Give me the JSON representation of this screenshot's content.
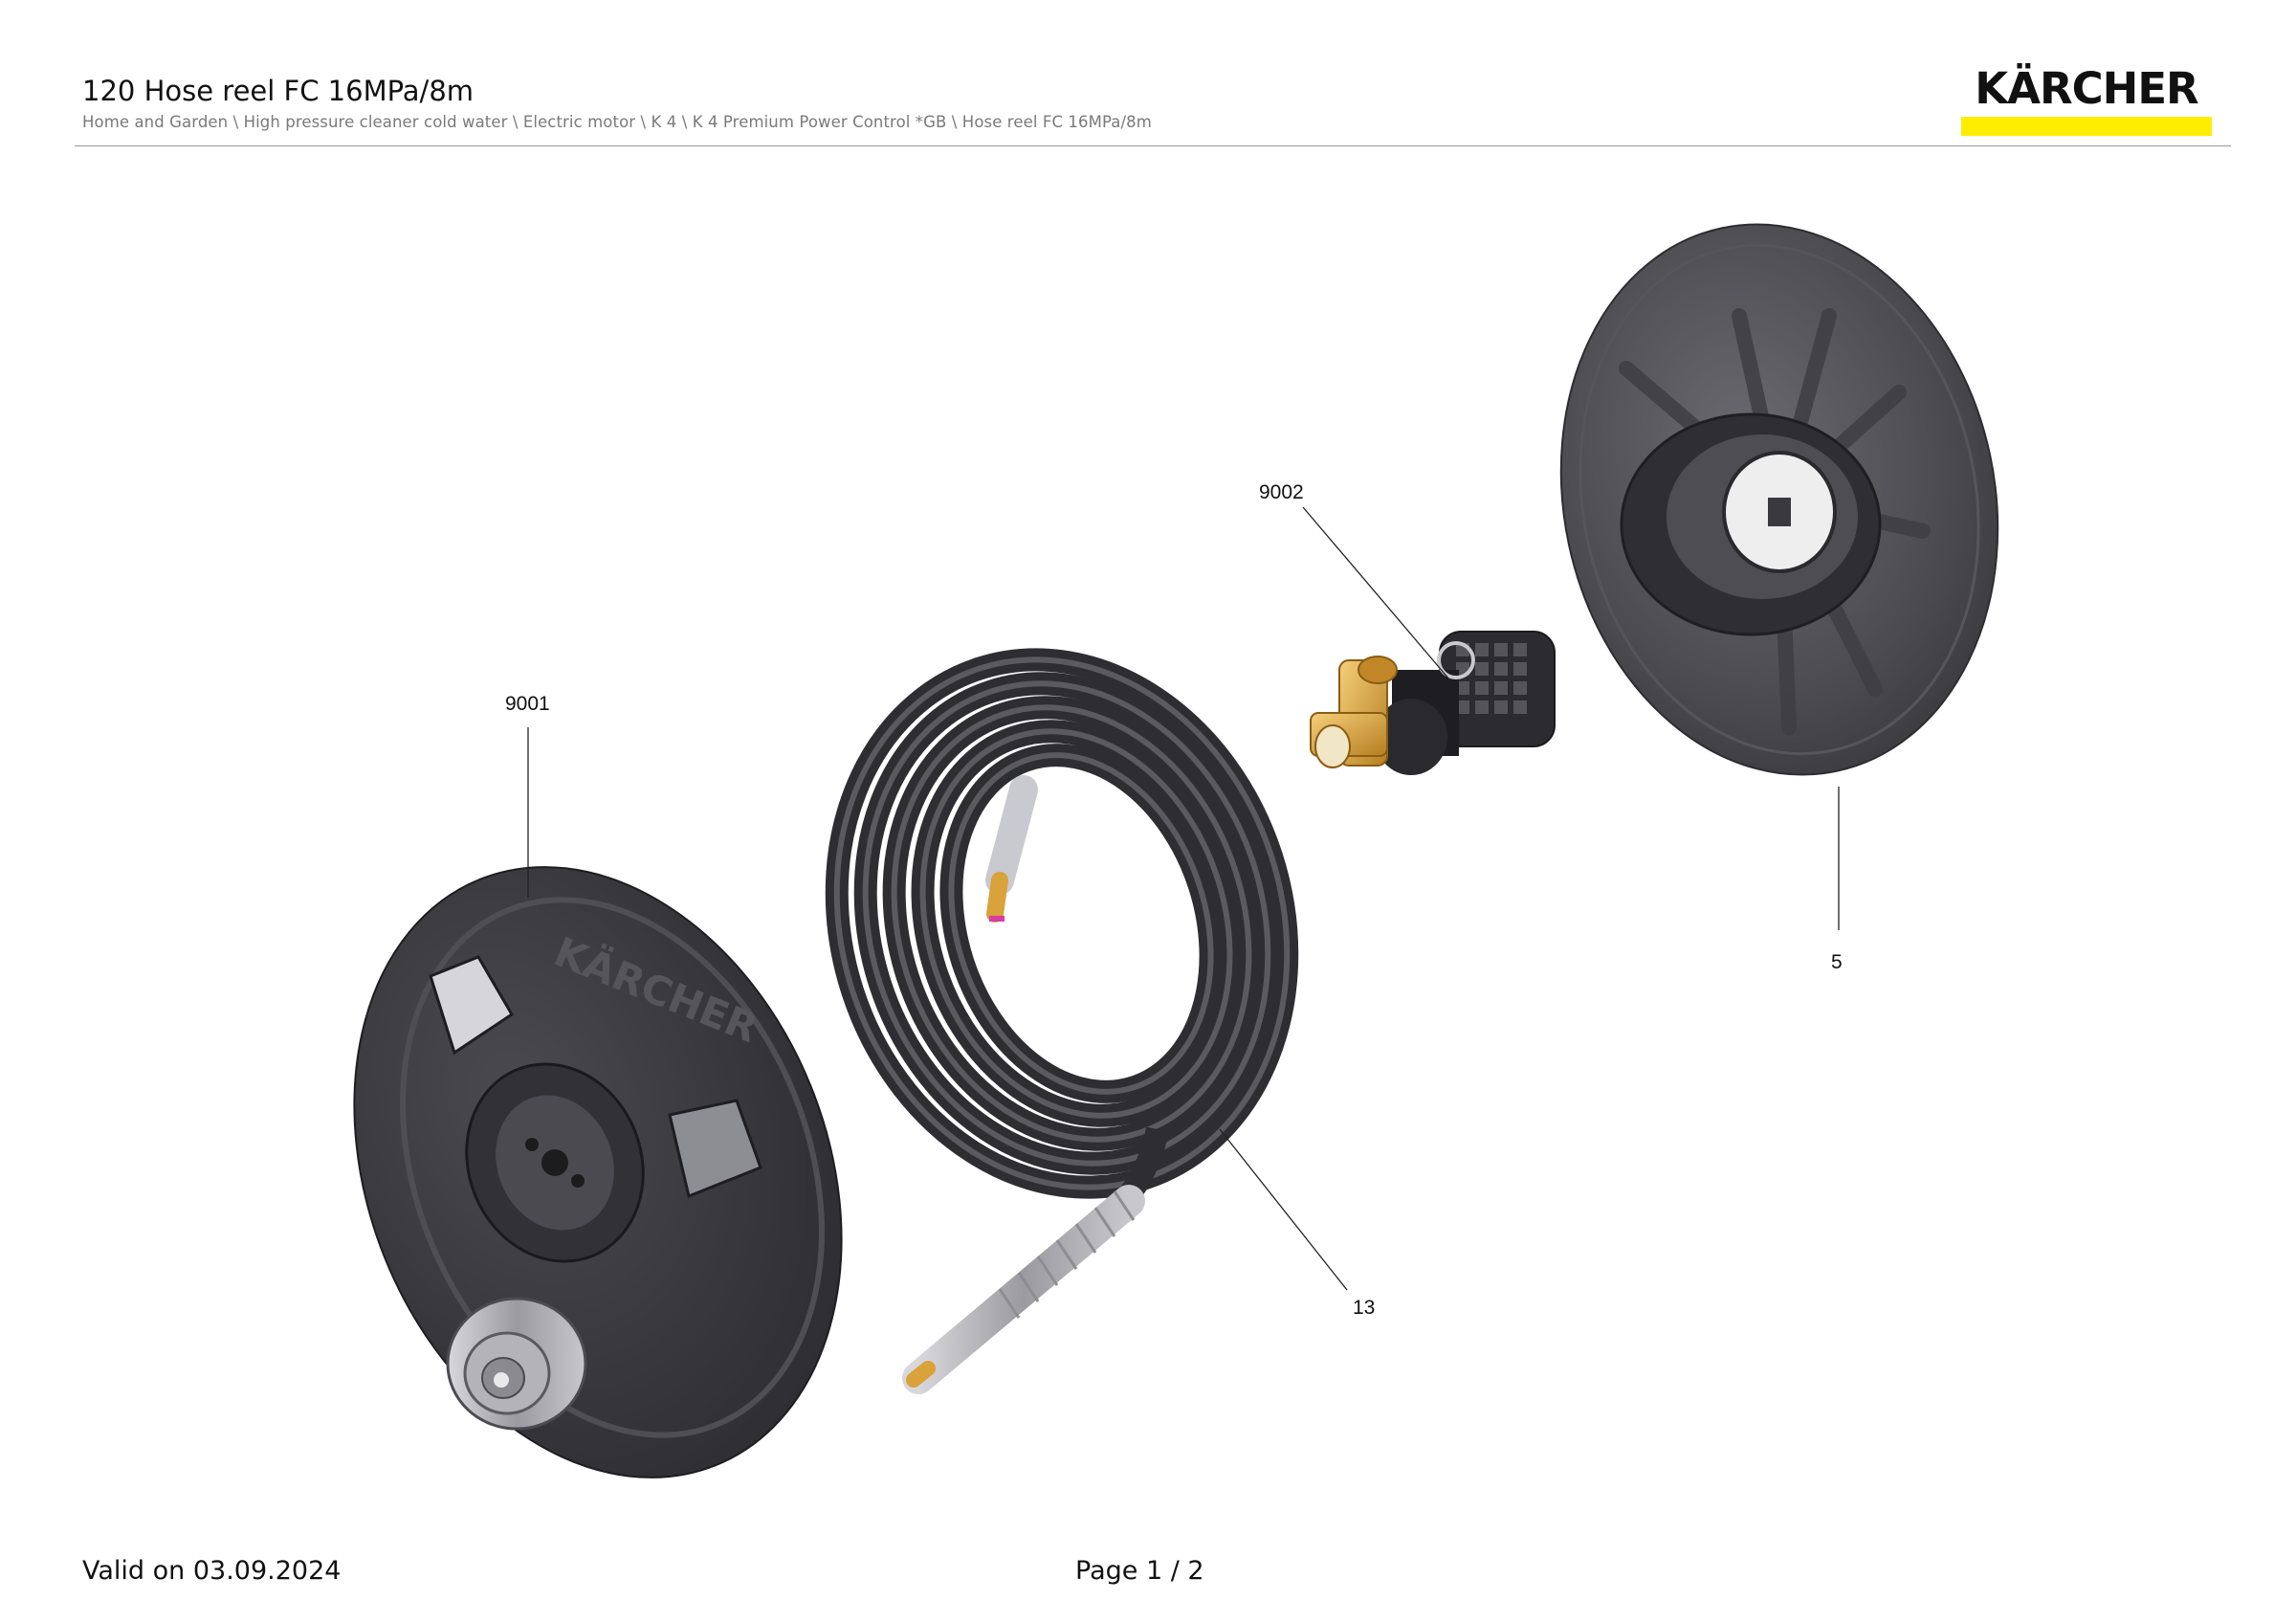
{
  "header": {
    "title": "120 Hose reel FC 16MPa/8m",
    "breadcrumb": "Home and Garden \\ High pressure cleaner cold water \\ Electric motor \\ K 4 \\ K 4 Premium Power Control *GB \\ Hose reel FC 16MPa/8m",
    "logo_text": "KÄRCHER"
  },
  "colors": {
    "brand_yellow": "#ffed00",
    "part_dark": "#3b3b3f",
    "part_mid": "#5e5e64",
    "brass": "#d9a23a"
  },
  "diagram": {
    "callouts": [
      {
        "id": "9001",
        "label": "9001"
      },
      {
        "id": "9002",
        "label": "9002"
      },
      {
        "id": "13",
        "label": "13"
      },
      {
        "id": "5",
        "label": "5"
      }
    ],
    "embossed_text": "KÄRCHER"
  },
  "footer": {
    "valid": "Valid on 03.09.2024",
    "page": "Page 1 / 2"
  }
}
